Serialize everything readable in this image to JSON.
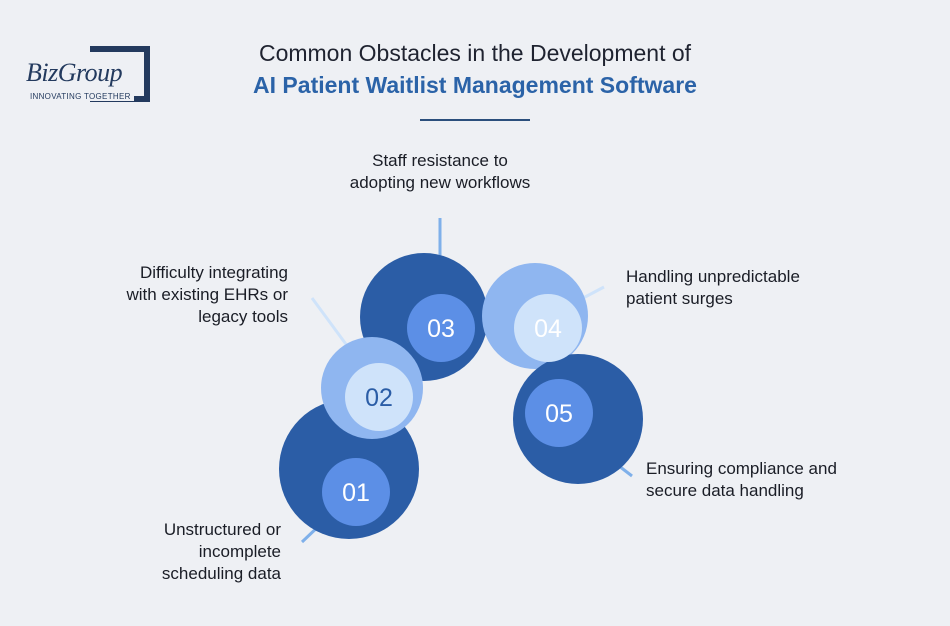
{
  "logo": {
    "word": "BizGroup",
    "tagline": "INNOVATING TOGETHER"
  },
  "title": {
    "line1": "Common Obstacles in the Development of",
    "line2": "AI Patient Waitlist Management Software"
  },
  "colors": {
    "dark_blue": "#2b5da6",
    "mid_blue": "#5c8fe6",
    "light_blue": "#8fb6f0",
    "pale_blue": "#cfe3fa",
    "title_accent": "#2b63a8"
  },
  "obstacles": [
    {
      "num": "01",
      "lines": [
        "Unstructured or",
        "incomplete",
        "scheduling data"
      ]
    },
    {
      "num": "02",
      "lines": [
        "Difficulty integrating",
        "with existing EHRs or",
        "legacy tools"
      ]
    },
    {
      "num": "03",
      "lines": [
        "Staff resistance to",
        "adopting new workflows"
      ]
    },
    {
      "num": "04",
      "lines": [
        "Handling unpredictable",
        "patient surges"
      ]
    },
    {
      "num": "05",
      "lines": [
        "Ensuring compliance and",
        "secure data handling"
      ]
    }
  ]
}
